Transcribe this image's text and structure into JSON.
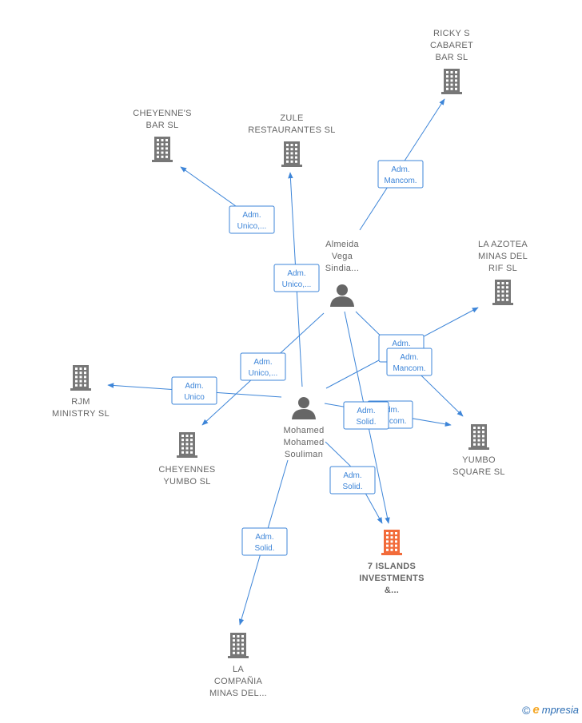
{
  "nodes": [
    {
      "id": "ricky",
      "type": "company",
      "lines": [
        "RICKY S",
        "CABARET",
        "BAR  SL"
      ]
    },
    {
      "id": "cheyennes_bar",
      "type": "company",
      "lines": [
        "CHEYENNE'S",
        "BAR  SL"
      ]
    },
    {
      "id": "zule",
      "type": "company",
      "lines": [
        "ZULE",
        "RESTAURANTES SL"
      ]
    },
    {
      "id": "azotea",
      "type": "company",
      "lines": [
        "LA AZOTEA",
        "MINAS DEL",
        "RIF  SL"
      ]
    },
    {
      "id": "rjm",
      "type": "company",
      "lines": [
        "RJM",
        "MINISTRY SL"
      ]
    },
    {
      "id": "cheyennes_yumbo",
      "type": "company",
      "lines": [
        "CHEYENNES",
        "YUMBO  SL"
      ]
    },
    {
      "id": "yumbo_square",
      "type": "company",
      "lines": [
        "YUMBO",
        "SQUARE  SL"
      ]
    },
    {
      "id": "seven_islands",
      "type": "company-target",
      "lines": [
        "7 ISLANDS",
        "INVESTMENTS",
        "&..."
      ]
    },
    {
      "id": "compania",
      "type": "company",
      "lines": [
        "LA",
        "COMPAÑIA",
        "MINAS DEL..."
      ]
    },
    {
      "id": "almeida",
      "type": "person",
      "lines": [
        "Almeida",
        "Vega",
        "Sindia..."
      ]
    },
    {
      "id": "mohamed",
      "type": "person",
      "lines": [
        "Mohamed",
        "Mohamed",
        "Souliman"
      ]
    }
  ],
  "edges": [
    {
      "from": "almeida",
      "to": "cheyennes_bar",
      "label": [
        "Adm.",
        "Unico,..."
      ]
    },
    {
      "from": "almeida",
      "to": "ricky",
      "label": [
        "Adm.",
        "Mancom."
      ]
    },
    {
      "from": "mohamed",
      "to": "zule",
      "label": [
        "Adm.",
        "Unico,..."
      ]
    },
    {
      "from": "almeida",
      "to": "cheyennes_yumbo",
      "label": [
        "Adm.",
        "Unico,..."
      ]
    },
    {
      "from": "mohamed",
      "to": "rjm",
      "label": [
        "Adm.",
        "Unico"
      ]
    },
    {
      "from": "mohamed",
      "to": "azotea",
      "label": [
        "Adm.",
        ""
      ]
    },
    {
      "from": "almeida",
      "to": "yumbo_square",
      "label": [
        "Adm.",
        "Mancom."
      ]
    },
    {
      "from": "mohamed",
      "to": "yumbo_square",
      "label": [
        "Adm.",
        "Mancom."
      ]
    },
    {
      "from": "almeida",
      "to": "seven_islands",
      "label": [
        "Adm.",
        "Solid."
      ]
    },
    {
      "from": "mohamed",
      "to": "seven_islands",
      "label": [
        "Adm.",
        "Solid."
      ]
    },
    {
      "from": "mohamed",
      "to": "compania",
      "label": [
        "Adm.",
        "Solid."
      ]
    }
  ],
  "colors": {
    "edge": "#3d85d8",
    "company": "#777777",
    "target": "#f26b3a",
    "person": "#666666",
    "label": "#666666"
  },
  "brand": {
    "copyright": "©",
    "initial": "e",
    "name": "mpresia"
  }
}
